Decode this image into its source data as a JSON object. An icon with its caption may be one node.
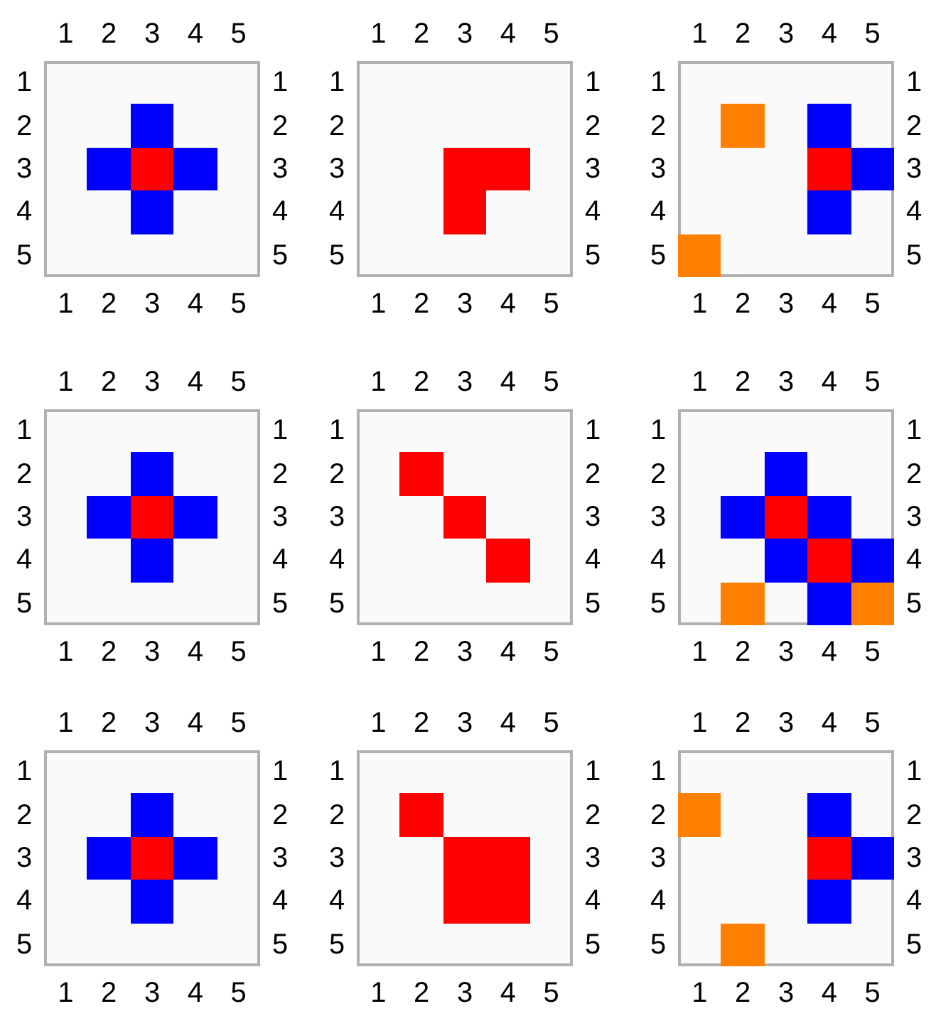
{
  "diagram": {
    "labels": [
      "1",
      "2",
      "3",
      "4",
      "5",
      "1",
      "1",
      "2",
      "2",
      "3",
      "3",
      "4",
      "4",
      "5",
      "5",
      "1",
      "2",
      "3",
      "4",
      "5",
      "1",
      "2",
      "3",
      "4",
      "5",
      "1",
      "1",
      "2",
      "2",
      "3",
      "3",
      "4",
      "4",
      "5",
      "5",
      "1",
      "2",
      "3",
      "4",
      "5",
      "1",
      "2",
      "3",
      "4",
      "5",
      "1",
      "1",
      "2",
      "2",
      "3",
      "3",
      "4",
      "4",
      "5",
      "5",
      "1",
      "2",
      "3",
      "4",
      "5",
      "1",
      "2",
      "3",
      "4",
      "5",
      "1",
      "1",
      "2",
      "2",
      "3",
      "3",
      "4",
      "4",
      "5",
      "5",
      "1",
      "2",
      "3",
      "4",
      "5",
      "1",
      "2",
      "3",
      "4",
      "5",
      "1",
      "1",
      "2",
      "2",
      "3",
      "3",
      "4",
      "4",
      "5",
      "5",
      "1",
      "2",
      "3",
      "4",
      "5",
      "1",
      "2",
      "3",
      "4",
      "5",
      "1",
      "1",
      "2",
      "2",
      "3",
      "3",
      "4",
      "4",
      "5",
      "5",
      "1",
      "2",
      "3",
      "4",
      "5",
      "1",
      "2",
      "3",
      "4",
      "5",
      "1",
      "1",
      "2",
      "2",
      "3",
      "3",
      "4",
      "4",
      "5",
      "5",
      "1",
      "2",
      "3",
      "4",
      "5",
      "1",
      "2",
      "3",
      "4",
      "5",
      "1",
      "1",
      "2",
      "2",
      "3",
      "3",
      "4",
      "4",
      "5",
      "5",
      "1",
      "2",
      "3",
      "4",
      "5",
      "1",
      "2",
      "3",
      "4",
      "5",
      "1",
      "1",
      "2",
      "2",
      "3",
      "3",
      "4",
      "4",
      "5",
      "5",
      "1",
      "2",
      "3",
      "4",
      "5"
    ]
  }
}
